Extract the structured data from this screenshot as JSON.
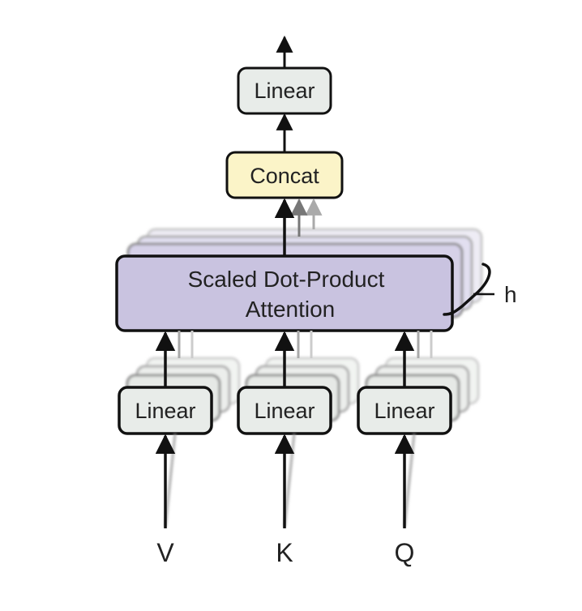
{
  "diagram": {
    "output_linear_label": "Linear",
    "concat_label": "Concat",
    "attention_label_line1": "Scaled Dot-Product",
    "attention_label_line2": "Attention",
    "heads_label": "h",
    "input_linear_v_label": "Linear",
    "input_linear_k_label": "Linear",
    "input_linear_q_label": "Linear",
    "input_v": "V",
    "input_k": "K",
    "input_q": "Q"
  },
  "colors": {
    "linear_fill": "#e8ece9",
    "concat_fill": "#fbf4c8",
    "attention_fill": "#c9c3e0",
    "stroke": "#111111"
  }
}
